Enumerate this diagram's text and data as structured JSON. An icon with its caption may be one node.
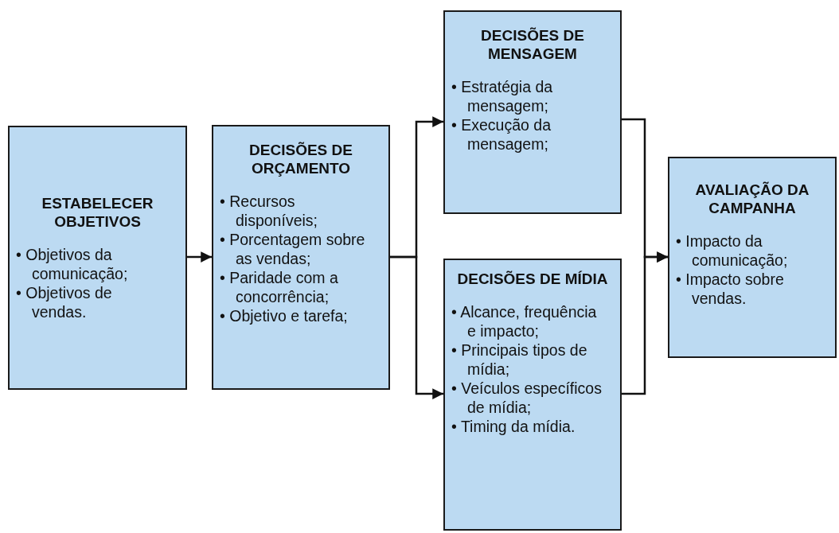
{
  "diagram": {
    "nodes": [
      {
        "text": [
          "ESTABELECER OBJETIVOS",
          "• Objetivos da comunicação;",
          "• Objetivos de vendas."
        ]
      },
      {
        "text": [
          "DECISÕES DE ORÇAMENTO",
          "• Recursos disponíveis;",
          "• Porcentagem sobre as vendas;",
          "• Paridade com a concorrência;",
          "• Objetivo e tarefa;"
        ]
      },
      {
        "text": [
          "DECISÕES DE MENSAGEM",
          "• Estratégia da mensagem;",
          "• Execução da mensagem;"
        ]
      },
      {
        "text": [
          "DECISÕES DE MÍDIA",
          "• Alcance, frequência e impacto;",
          "• Principais tipos de mídia;",
          "• Veículos específicos de mídia;",
          "• Timing da mídia."
        ]
      },
      {
        "text": [
          "AVALIAÇÃO DA CAMPANHA",
          "• Impacto da comunicação;",
          "• Impacto sobre vendas."
        ]
      }
    ],
    "edges": [
      {
        "from": 0,
        "to": 1,
        "arrow": "to"
      },
      {
        "from": 1,
        "to": 2,
        "arrow": "to"
      },
      {
        "from": 1,
        "to": 3,
        "arrow": "to"
      },
      {
        "from": 2,
        "to": 4,
        "arrow": "to"
      },
      {
        "from": 3,
        "to": 4,
        "arrow": "to"
      }
    ]
  }
}
